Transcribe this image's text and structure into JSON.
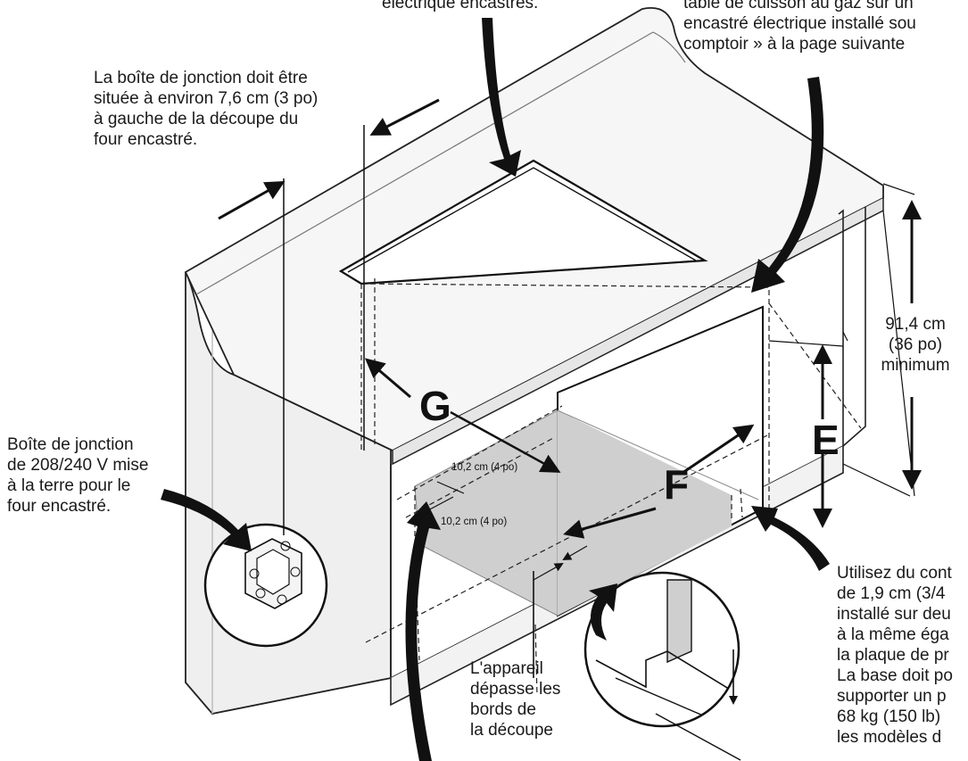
{
  "labels": {
    "top_center_fragment": "électrique encastrés.",
    "top_right_lines": [
      "table de cuisson au gaz sur un",
      "encastré électrique installé sou",
      "comptoir » à la page suivante"
    ],
    "junction_box_note_lines": [
      "La boîte de jonction doit être",
      "située à environ 7,6 cm (3 po)",
      "à gauche de la découpe du",
      "four encastré."
    ],
    "junction_box_label_lines": [
      "Boîte de jonction",
      "de 208/240 V mise",
      "à la terre pour le",
      "four encastré."
    ],
    "height_dim_lines": [
      "91,4 cm",
      "(36 po)",
      "minimum"
    ],
    "dim_small_1": "10,2 cm (4 po)",
    "dim_small_2": "10,2 cm (4 po)",
    "letter_g": "G",
    "letter_e": "E",
    "letter_f": "F",
    "appliance_lines": [
      "L'appareil",
      "dépasse les",
      "bords de",
      "la découpe"
    ],
    "plywood_lines": [
      "Utilisez du cont",
      "de 1,9 cm (3/4",
      "installé sur deu",
      "à la même éga",
      "la plaque de pr",
      "La base doit po",
      "supporter un p",
      "68 kg (150 lb)",
      "les modèles d"
    ]
  }
}
